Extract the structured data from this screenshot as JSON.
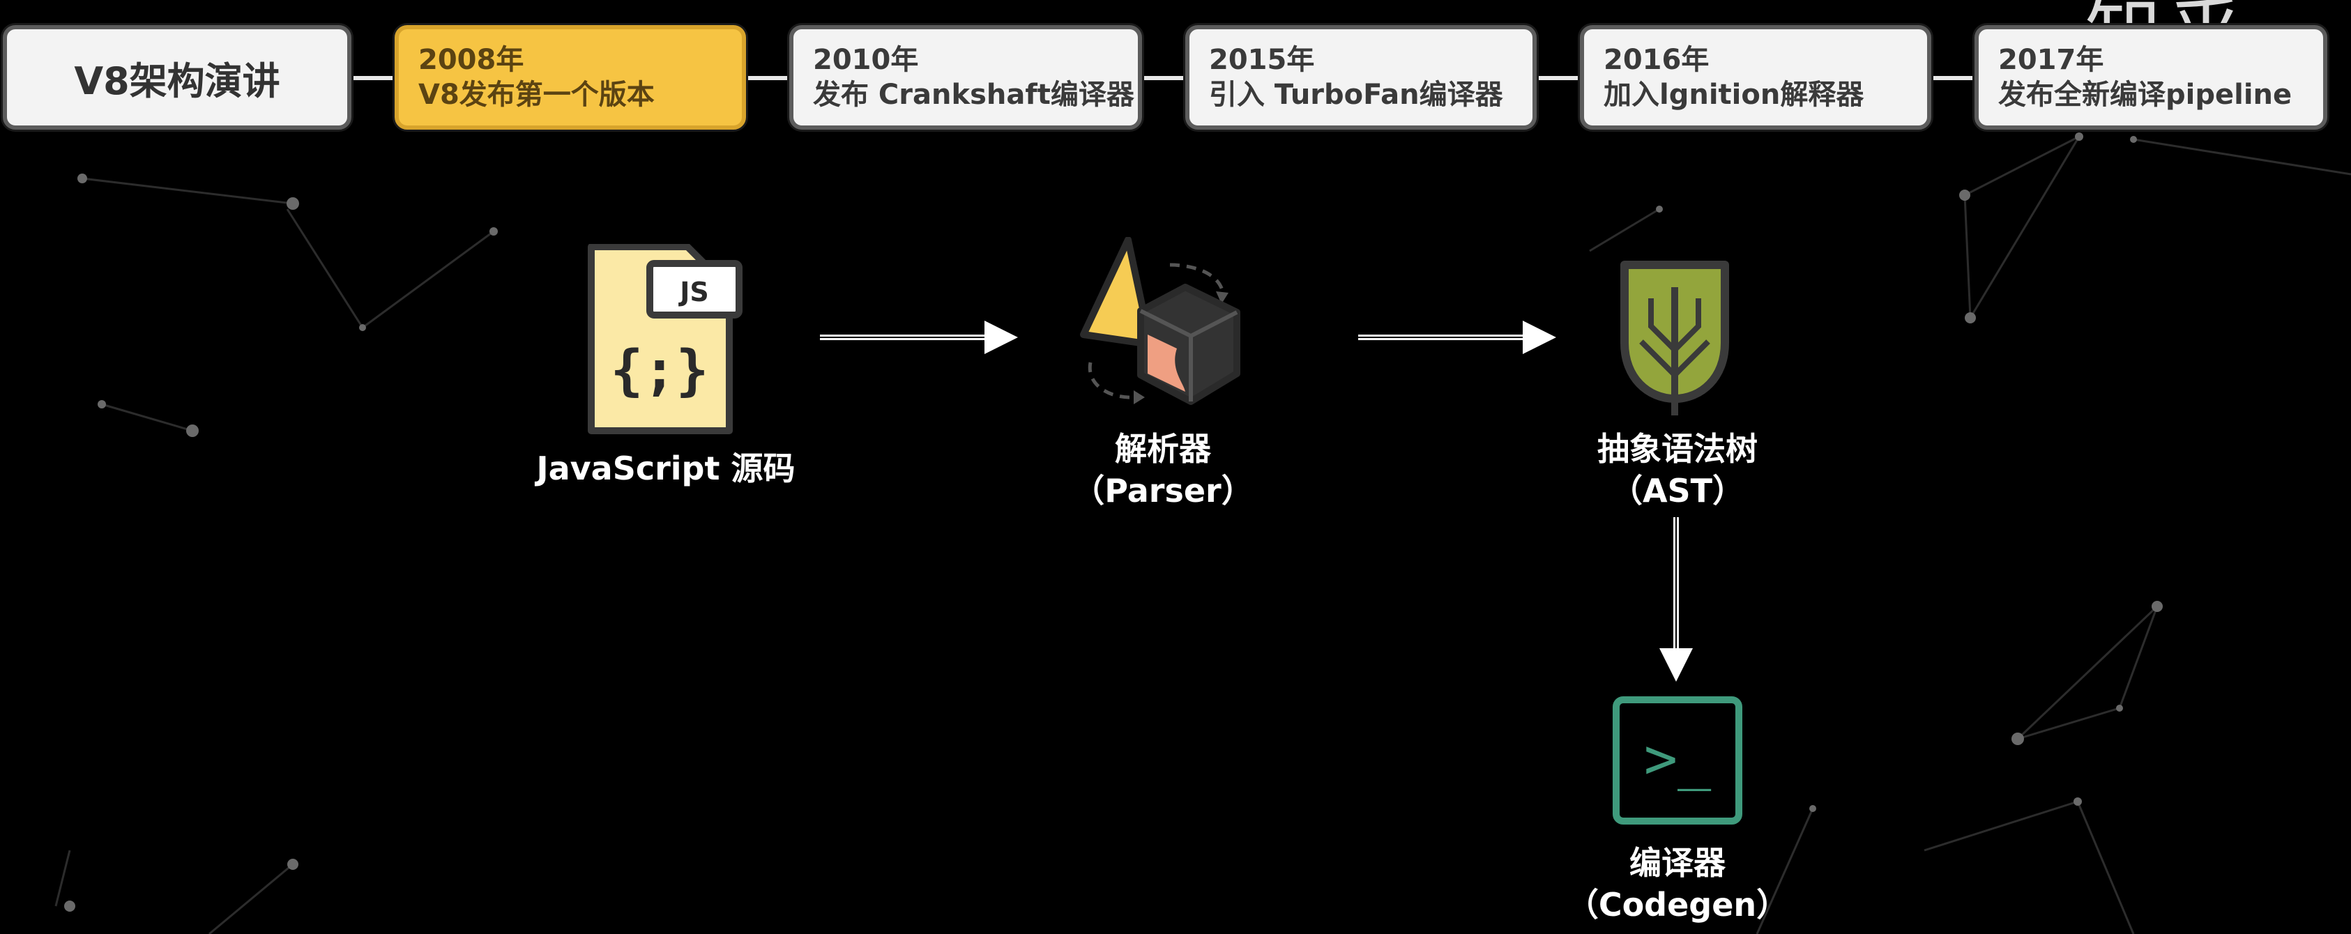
{
  "watermark": "知乎",
  "timeline": {
    "title": "V8架构演讲",
    "events": [
      {
        "year": "2008年",
        "desc": "V8发布第一个版本",
        "active": true
      },
      {
        "year": "2010年",
        "desc": "发布 Crankshaft编译器",
        "active": false
      },
      {
        "year": "2015年",
        "desc": "引入 TurboFan编译器",
        "active": false
      },
      {
        "year": "2016年",
        "desc": "加入lgnition解释器",
        "active": false
      },
      {
        "year": "2017年",
        "desc": "发布全新编译pipeline",
        "active": false
      }
    ]
  },
  "diagram": {
    "source": {
      "label": "JavaScript 源码",
      "icon": "js-file-icon",
      "badge": "JS",
      "glyph": "{;}"
    },
    "parser": {
      "label_line1": "解析器",
      "label_line2": "（Parser）",
      "icon": "parser-shapes-icon"
    },
    "ast": {
      "label_line1": "抽象语法树",
      "label_line2": "（AST）",
      "icon": "tree-icon"
    },
    "codegen": {
      "label_line1": "编译器",
      "label_line2": "（Codegen）",
      "icon": "terminal-icon",
      "glyph": ">_"
    }
  },
  "colors": {
    "background": "#000000",
    "timeline_active": "#f6c443",
    "timeline_box": "#f3f3f3",
    "js_file": "#fbe9a6",
    "tree_leaf": "#93a53c",
    "terminal": "#3f9a7c"
  }
}
